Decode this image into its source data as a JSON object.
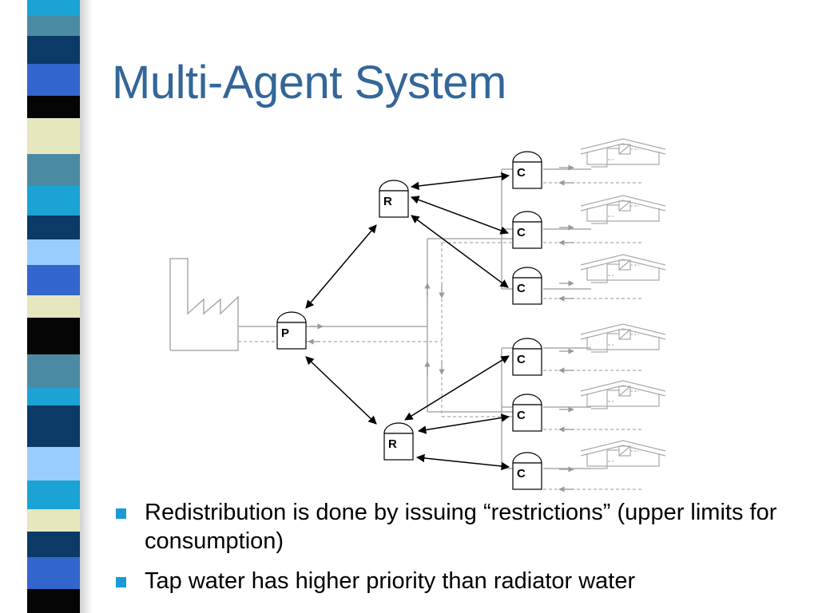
{
  "slide": {
    "title": "Multi-Agent System",
    "accent_color": "#336699",
    "bullet_color": "#1a9ad6"
  },
  "diagram": {
    "producer": {
      "label": "P"
    },
    "redistributors": [
      {
        "label": "R"
      },
      {
        "label": "R"
      }
    ],
    "consumers": [
      {
        "label": "C"
      },
      {
        "label": "C"
      },
      {
        "label": "C"
      },
      {
        "label": "C"
      },
      {
        "label": "C"
      },
      {
        "label": "C"
      }
    ],
    "icons": {
      "factory": "factory-icon",
      "house": "house-icon"
    }
  },
  "bullets": [
    {
      "text": "Redistribution is done by issuing “restrictions” (upper limits for consumption)"
    },
    {
      "text": "Tap water has higher priority than radiator water"
    }
  ]
}
